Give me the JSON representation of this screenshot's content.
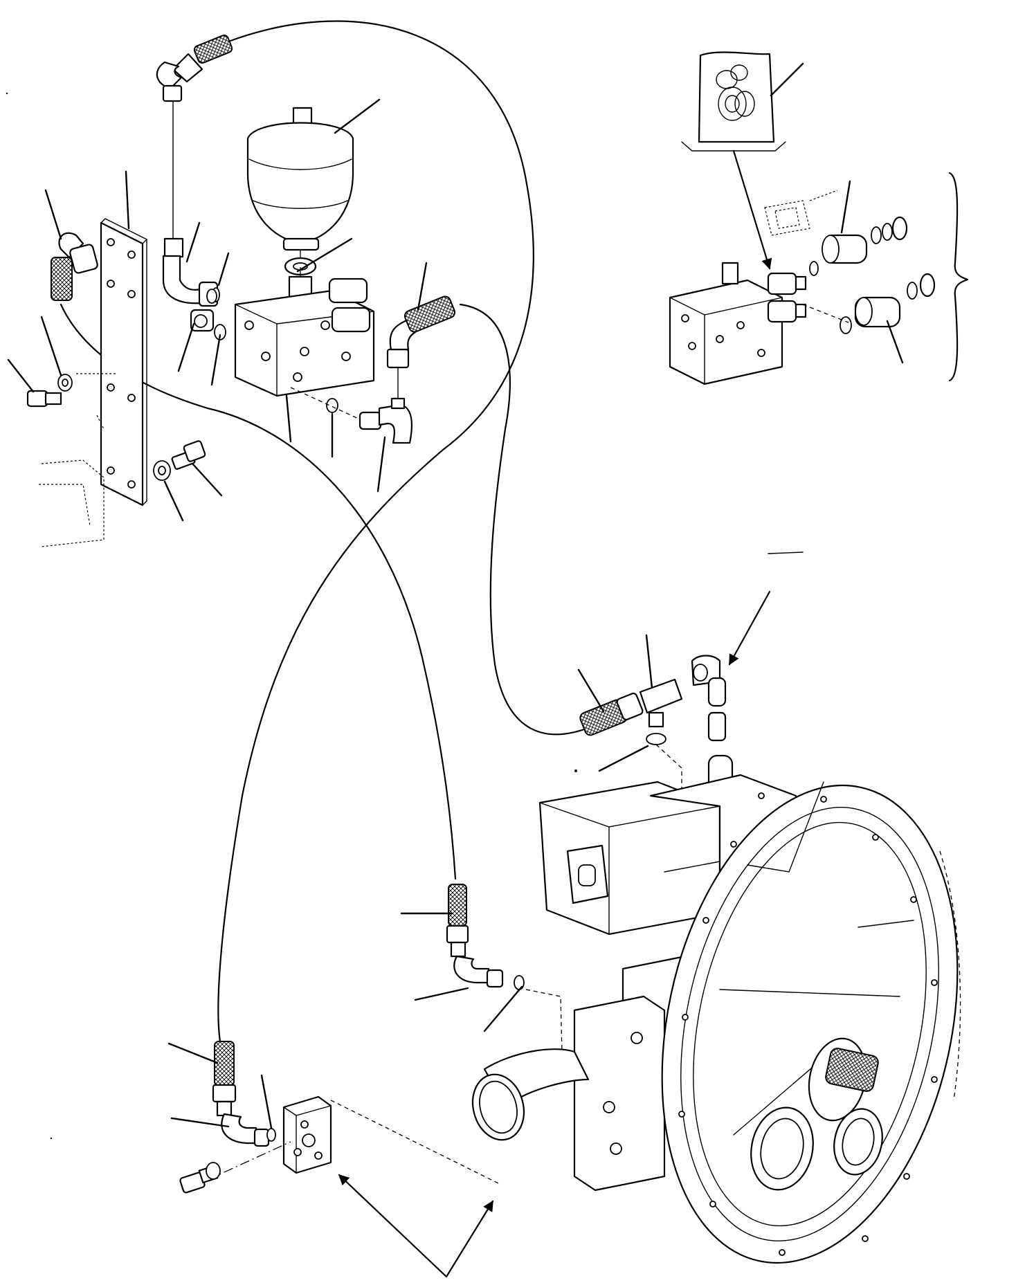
{
  "diagram": {
    "type": "exploded parts diagram",
    "background": "#ffffff",
    "line_color": "#000000",
    "components": [
      "accumulator",
      "valve-block",
      "mounting-plate",
      "hose-upper",
      "hose-left",
      "hose-cross-a",
      "hose-cross-b",
      "hose-right",
      "elbow-fittings",
      "tee-fitting",
      "connector-block",
      "seal-kit",
      "inset-valve-assembly",
      "hydraulic-pump",
      "flywheel-housing"
    ]
  }
}
